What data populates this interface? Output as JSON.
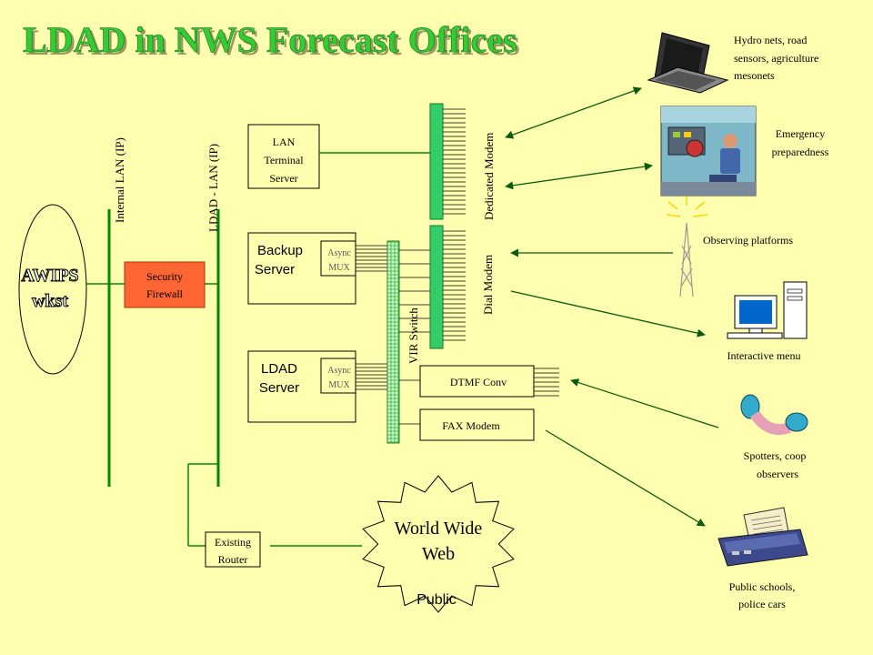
{
  "title": "LDAD in NWS Forecast Offices",
  "colors": {
    "background": "#FFFFB0",
    "title": "#33CC33",
    "firewall": "#FF6633",
    "modem_bank": "#33CC66",
    "switch": "#99FF99",
    "line": "#008800"
  },
  "awips": {
    "line1": "AWIPS",
    "line2": "wkst"
  },
  "lans": {
    "internal": "Internal LAN (IP)",
    "ldad": "LDAD - LAN (IP)"
  },
  "firewall": {
    "line1": "Security",
    "line2": "Firewall"
  },
  "lan_terminal_server": {
    "line1": "LAN",
    "line2": "Terminal",
    "line3": "Server"
  },
  "backup_server": {
    "line1": "Backup",
    "line2": "Server",
    "mux_line1": "Async",
    "mux_line2": "MUX"
  },
  "ldad_server": {
    "line1": "LDAD",
    "line2": "Server",
    "mux_line1": "Async",
    "mux_line2": "MUX"
  },
  "vir_switch": "VIR Switch",
  "dedicated_modem": "Dedicated Modem",
  "dial_modem": "Dial Modem",
  "dtmf_conv": "DTMF Conv",
  "fax_modem": "FAX Modem",
  "existing_router": {
    "line1": "Existing",
    "line2": "Router"
  },
  "www": {
    "line1": "World Wide",
    "line2": "Web"
  },
  "public": "Public",
  "endpoints": {
    "hydro": {
      "line1": "Hydro nets, road",
      "line2": "sensors, agriculture",
      "line3": "mesonets",
      "icon": "laptop-icon"
    },
    "emergency": {
      "line1": "Emergency",
      "line2": "preparedness",
      "icon": "control-room-icon"
    },
    "observing": {
      "line1": "Observing platforms",
      "icon": "radio-tower-icon"
    },
    "interactive": {
      "line1": "Interactive menu",
      "icon": "computer-icon"
    },
    "spotters": {
      "line1": "Spotters, coop",
      "line2": "observers",
      "icon": "telephone-icon"
    },
    "public_schools": {
      "line1": "Public schools,",
      "line2": "police cars",
      "icon": "fax-machine-icon"
    }
  }
}
